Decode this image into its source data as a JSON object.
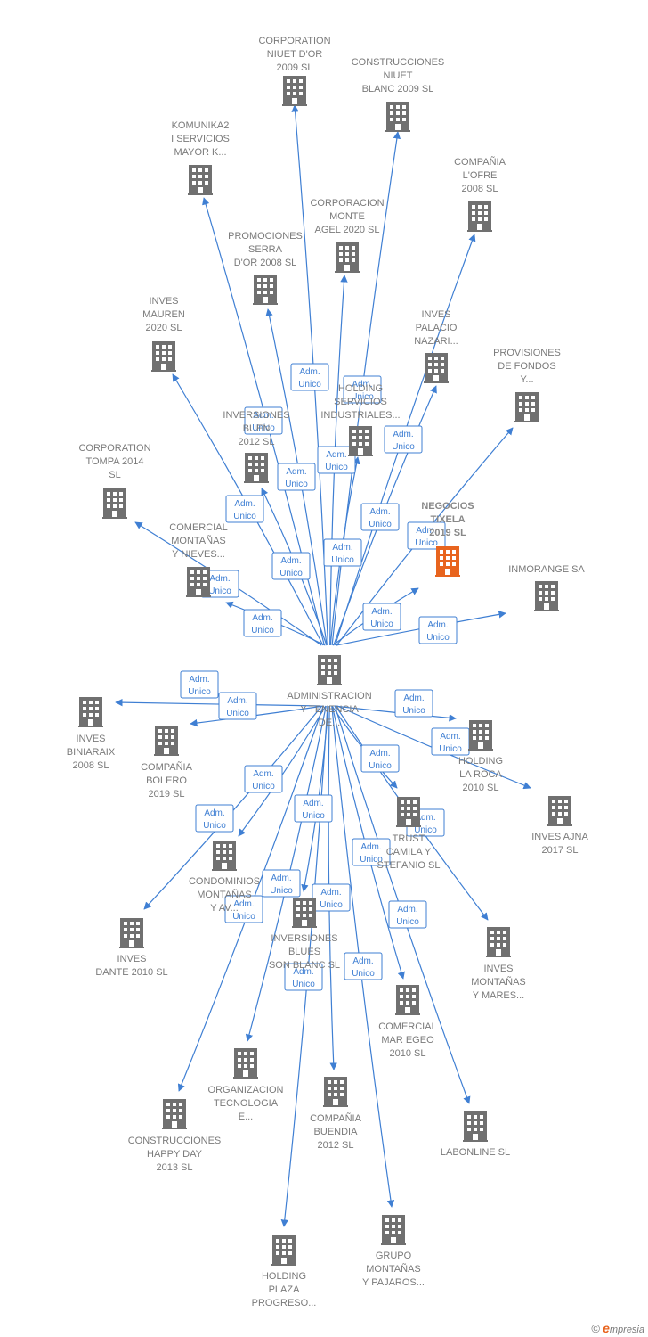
{
  "center": {
    "label": [
      "ADMINISTRACION",
      "Y TENENCIA",
      "DE..."
    ]
  },
  "badge_label": [
    "Adm.",
    "Unico"
  ],
  "colors": {
    "node": "#707070",
    "highlight": "#e8641e",
    "edge": "#3f7fd3"
  },
  "nodes": [
    {
      "id": "n1",
      "label": [
        "CORPORATION",
        "NIUET D'OR",
        "2009 SL"
      ]
    },
    {
      "id": "n2",
      "label": [
        "CONSTRUCCIONES",
        "NIUET",
        "BLANC 2009 SL"
      ]
    },
    {
      "id": "n3",
      "label": [
        "KOMUNIKA2",
        "I SERVICIOS",
        "MAYOR K..."
      ]
    },
    {
      "id": "n4",
      "label": [
        "COMPAÑIA",
        "L'OFRE",
        "2008 SL"
      ]
    },
    {
      "id": "n5",
      "label": [
        "CORPORACION",
        "MONTE",
        "AGEL 2020  SL"
      ]
    },
    {
      "id": "n6",
      "label": [
        "PROMOCIONES",
        "SERRA",
        "D'OR 2008 SL"
      ]
    },
    {
      "id": "n7",
      "label": [
        "INVES",
        "MAUREN",
        "2020  SL"
      ]
    },
    {
      "id": "n8",
      "label": [
        "INVES",
        "PALACIO",
        "NAZARI..."
      ]
    },
    {
      "id": "n9",
      "label": [
        "PROVISIONES",
        "DE FONDOS",
        "Y..."
      ]
    },
    {
      "id": "n10",
      "label": [
        "HOLDING",
        "SERVICIOS",
        "INDUSTRIALES..."
      ]
    },
    {
      "id": "n11",
      "label": [
        "INVERSIONES",
        "BUEN",
        "2012 SL"
      ]
    },
    {
      "id": "n12",
      "label": [
        "CORPORATION",
        "TOMPA 2014",
        "SL"
      ]
    },
    {
      "id": "n13",
      "label": [
        "NEGOCIOS",
        "TIXELA",
        "2019  SL"
      ],
      "highlight": true
    },
    {
      "id": "n14",
      "label": [
        "COMERCIAL",
        "MONTAÑAS",
        "Y NIEVES..."
      ]
    },
    {
      "id": "n15",
      "label": [
        "INMORANGE SA"
      ]
    },
    {
      "id": "n16",
      "label": [
        "INVES",
        "BINIARAIX",
        "2008 SL"
      ]
    },
    {
      "id": "n17",
      "label": [
        "COMPAÑIA",
        "BOLERO",
        "2019  SL"
      ]
    },
    {
      "id": "n18",
      "label": [
        "HOLDING",
        "LA ROCA",
        "2010 SL"
      ]
    },
    {
      "id": "n19",
      "label": [
        "INVES AJNA",
        "2017  SL"
      ]
    },
    {
      "id": "n20",
      "label": [
        "TRUST",
        "CAMILA Y",
        "STEFANIO  SL"
      ]
    },
    {
      "id": "n21",
      "label": [
        "CONDOMINIOS",
        "MONTAÑAS",
        "Y AV..."
      ]
    },
    {
      "id": "n22",
      "label": [
        "INVES",
        "DANTE 2010 SL"
      ]
    },
    {
      "id": "n23",
      "label": [
        "INVERSIONES",
        "BLUES",
        "SON BLANC  SL"
      ]
    },
    {
      "id": "n24",
      "label": [
        "INVES",
        "MONTAÑAS",
        "Y MARES..."
      ]
    },
    {
      "id": "n25",
      "label": [
        "COMERCIAL",
        "MAR EGEO",
        "2010 SL"
      ]
    },
    {
      "id": "n26",
      "label": [
        "ORGANIZACION",
        "TECNOLOGIA",
        "E..."
      ]
    },
    {
      "id": "n27",
      "label": [
        "COMPAÑIA",
        "BUENDIA",
        "2012 SL"
      ]
    },
    {
      "id": "n28",
      "label": [
        "CONSTRUCCIONES",
        "HAPPY DAY",
        "2013  SL"
      ]
    },
    {
      "id": "n29",
      "label": [
        "LABONLINE SL"
      ]
    },
    {
      "id": "n30",
      "label": [
        "HOLDING",
        "PLAZA",
        "PROGRESO..."
      ]
    },
    {
      "id": "n31",
      "label": [
        "GRUPO",
        "MONTAÑAS",
        "Y PAJAROS..."
      ]
    }
  ],
  "footer": {
    "copyright": "©",
    "brand_e": "e",
    "brand_rest": "mpresia"
  }
}
